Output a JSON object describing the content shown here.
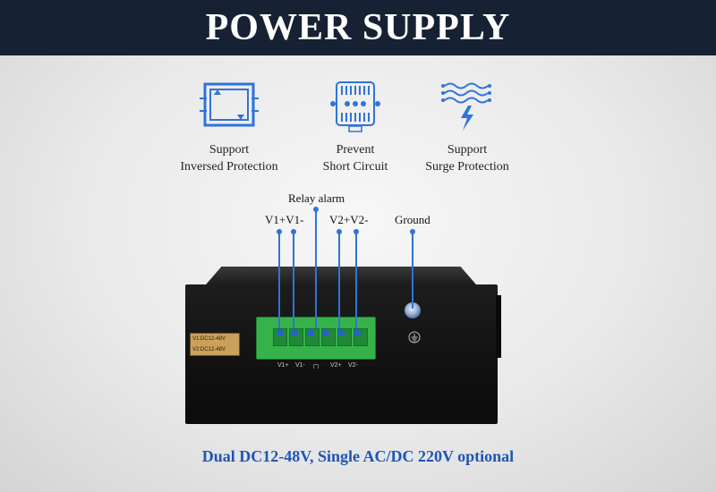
{
  "banner": {
    "title": "POWER SUPPLY"
  },
  "features": [
    {
      "icon": "reverse-polarity-circuit-icon",
      "line1": "Support",
      "line2": "Inversed Protection"
    },
    {
      "icon": "chip-short-circuit-icon",
      "line1": "Prevent",
      "line2": "Short Circuit"
    },
    {
      "icon": "surge-lightning-icon",
      "line1": "Support",
      "line2": "Surge Protection"
    }
  ],
  "callouts": {
    "relay": "Relay alarm",
    "v1": "V1+V1-",
    "v2": "V2+V2-",
    "ground": "Ground"
  },
  "device": {
    "spec_line1": "V1:DC12-48V",
    "spec_line2": "V2:DC12-48V",
    "terminal_labels": [
      "V1+",
      "V1-",
      "┌┐",
      "V2+",
      "V2-"
    ]
  },
  "caption": "Dual DC12-48V, Single AC/DC 220V optional",
  "colors": {
    "banner": "#162233",
    "accent": "#2f73d8",
    "caption": "#1f55b5",
    "terminal": "#35b34a"
  }
}
